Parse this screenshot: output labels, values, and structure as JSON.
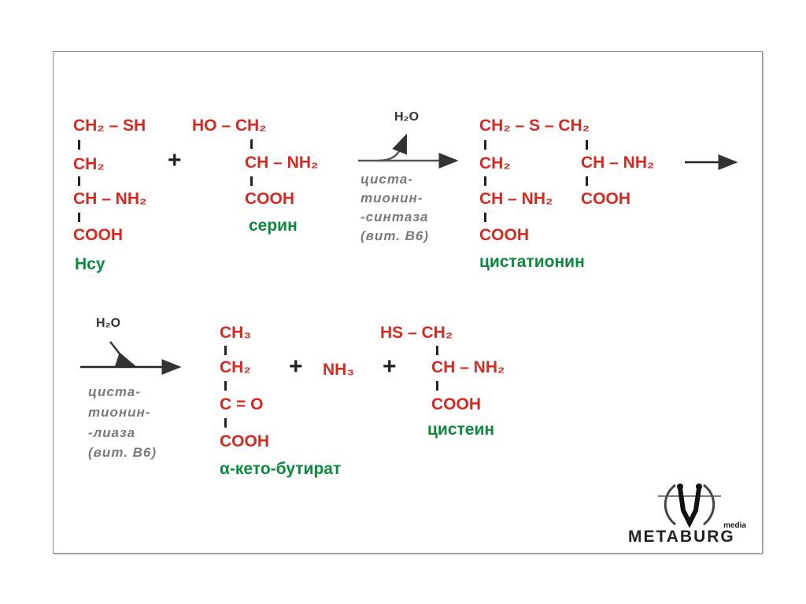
{
  "colors": {
    "formula": "#d42a22",
    "name": "#0c8a3c",
    "enzyme": "#7a7a7a"
  },
  "reaction1": {
    "homocysteine": {
      "rows": [
        "CH₂ – SH",
        "CH₂",
        "CH – NH₂",
        "COOH"
      ],
      "name": "Hcy"
    },
    "plus": "+",
    "serine": {
      "rows": [
        "HO – CH₂",
        "CH – NH₂",
        "COOH"
      ],
      "name": "серин"
    },
    "water": "H₂O",
    "enzyme": [
      "циста-",
      "тионин-",
      "-синтаза",
      "(вит. B6)"
    ],
    "cystathionine": {
      "rows": [
        "CH₂ – S – CH₂",
        "CH₂",
        "CH – NH₂",
        "COOH",
        "CH – NH₂",
        "COOH"
      ],
      "name": "цистатионин"
    }
  },
  "reaction2": {
    "water": "H₂O",
    "enzyme": [
      "циста-",
      "тионин-",
      "-лиаза",
      "(вит. B6)"
    ],
    "ketobutyrate": {
      "rows": [
        "CH₃",
        "CH₂",
        "C = O",
        "COOH"
      ],
      "name": "α-кето-бутират"
    },
    "plus": "+",
    "ammonia": "NH₃",
    "cysteine": {
      "rows": [
        "HS – CH₂",
        "CH – NH₂",
        "COOH"
      ],
      "name": "цистеин"
    }
  },
  "logo": {
    "text": "METABURG",
    "sub": "media"
  }
}
